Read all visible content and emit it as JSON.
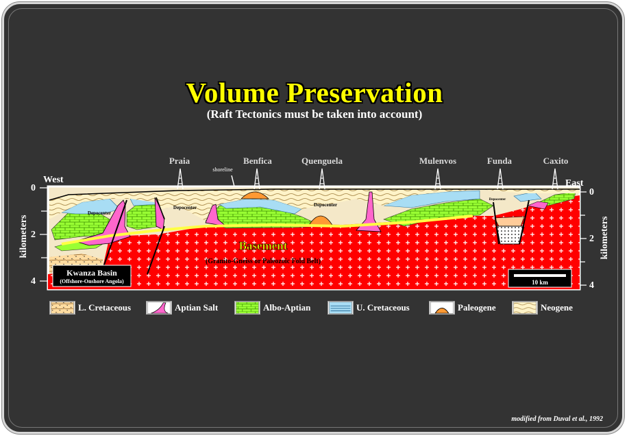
{
  "title": "Volume Preservation",
  "subtitle": "(Raft Tectonics must be taken into account)",
  "section": {
    "west_label": "West",
    "east_label": "East",
    "axis_label_left": "kilometers",
    "axis_label_right": "kilometers",
    "depth_ticks_left": [
      "0",
      "2",
      "4"
    ],
    "depth_ticks_right": [
      "0",
      "2",
      "4"
    ],
    "wells": [
      {
        "name": "Praia"
      },
      {
        "name": "Benfica"
      },
      {
        "name": "Quenguela"
      },
      {
        "name": "Mulenvos"
      },
      {
        "name": "Funda"
      },
      {
        "name": "Caxito"
      }
    ],
    "shoreline_label": "shoreline",
    "depocenter_labels": [
      "Depocenter",
      "Depocenter",
      "Depocenter",
      "Depocenter"
    ],
    "basement_label": "Basement",
    "basement_sublabel": "(Granito-Gneiss or Paleozoic Fold Belt)",
    "basin_name": "Kwanza Basin",
    "basin_sub": "(Offshore-Onshore Angola)",
    "scale_label": "10 km",
    "colors": {
      "basement": "#ff0000",
      "salt": "#ff66cc",
      "albo_aptian": "#99ff33",
      "u_cretaceous": "#99ddff",
      "paleogene": "#ff9933",
      "neogene": "#fff5cc",
      "title": "#ffff00",
      "background": "#333333"
    }
  },
  "legend": [
    {
      "label": "L. Cretaceous",
      "icon": "l-cretaceous-swatch"
    },
    {
      "label": "Aptian Salt",
      "icon": "salt-swatch"
    },
    {
      "label": "Albo-Aptian",
      "icon": "albo-aptian-swatch"
    },
    {
      "label": "U. Cretaceous",
      "icon": "u-cretaceous-swatch"
    },
    {
      "label": "Paleogene",
      "icon": "paleogene-swatch"
    },
    {
      "label": "Neogene",
      "icon": "neogene-swatch"
    }
  ],
  "credit": "modified from Duval et al., 1992"
}
